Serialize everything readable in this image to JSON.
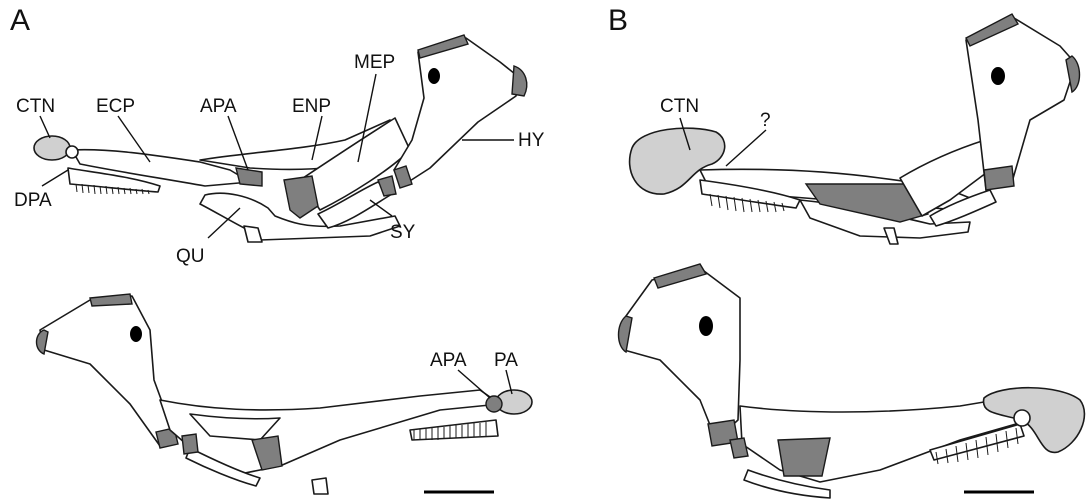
{
  "panels": [
    {
      "letter": "A",
      "labels": [
        "CTN",
        "ECP",
        "APA",
        "ENP",
        "MEP",
        "HY",
        "DPA",
        "QU",
        "SY",
        "APA",
        "PA"
      ]
    },
    {
      "letter": "B",
      "labels": [
        "CTN",
        "?"
      ]
    }
  ],
  "colors": {
    "bone": "#ffffff",
    "cartilage": "#d0d0d0",
    "dark_cartilage": "#7f7f7f",
    "outline": "#1a1a1a"
  }
}
